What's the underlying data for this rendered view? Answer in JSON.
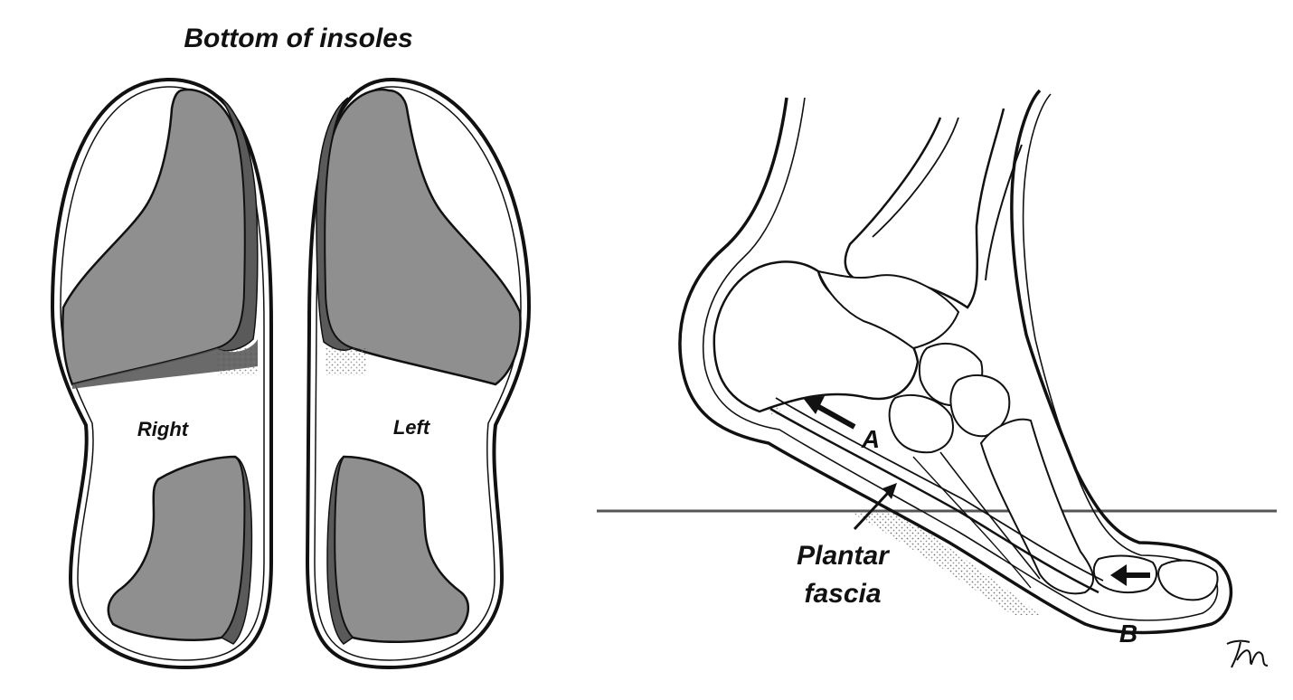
{
  "title": "Bottom of insoles",
  "insoles": {
    "right_label": "Right",
    "left_label": "Left"
  },
  "foot": {
    "label_a": "A",
    "label_b": "B",
    "fascia_label_line1": "Plantar",
    "fascia_label_line2": "fascia"
  },
  "signature": "TM",
  "colors": {
    "pad_fill": "#8f8f8f",
    "pad_shadow": "#5a5a5a",
    "outline": "#111111",
    "ground_line": "#555555"
  }
}
